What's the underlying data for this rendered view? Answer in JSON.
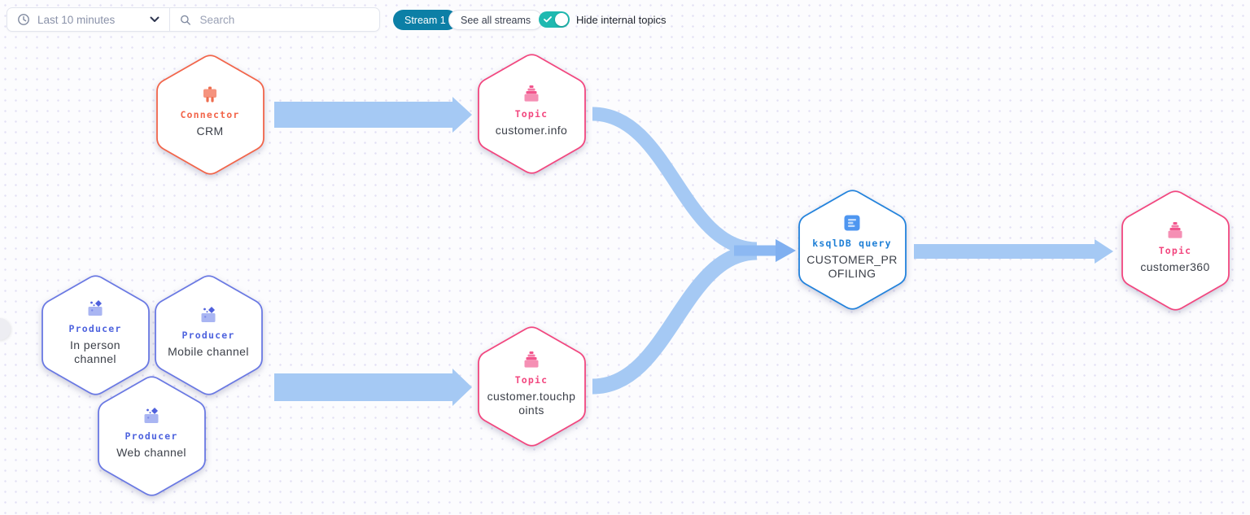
{
  "toolbar": {
    "time_range_label": "Last 10 minutes",
    "search_placeholder": "Search",
    "stream_button_label": "Stream 1",
    "see_all_streams_label": "See all streams",
    "hide_internal_label": "Hide internal topics",
    "hide_internal_enabled": true
  },
  "icons": {
    "clock-icon": "time range selector",
    "chevron-down-icon": "open time range menu",
    "search-icon": "search",
    "check-icon": "toggle on",
    "connector-icon": "plug",
    "topic-icon": "stacked records",
    "producer-icon": "box with sparkles",
    "ksqldb-icon": "query list"
  },
  "colors": {
    "connector_accent": "#F2654A",
    "topic_accent": "#F2477F",
    "producer_accent": "#6A79E3",
    "ksqldb_accent": "#2383DC",
    "edge": "#A5C9F4",
    "edge_arrowhead": "#7FAFF0",
    "stream_button": "#0C7FA6",
    "toggle_on": "#1FB9B0"
  },
  "diagram": {
    "nodes": {
      "crm": {
        "type": "connector",
        "type_label": "Connector",
        "name": "CRM"
      },
      "customer_info": {
        "type": "topic",
        "type_label": "Topic",
        "name": "customer.info"
      },
      "in_person": {
        "type": "producer",
        "type_label": "Producer",
        "name": "In person channel"
      },
      "mobile": {
        "type": "producer",
        "type_label": "Producer",
        "name": "Mobile channel"
      },
      "web": {
        "type": "producer",
        "type_label": "Producer",
        "name": "Web channel"
      },
      "customer_touchpoints": {
        "type": "topic",
        "type_label": "Topic",
        "name": "customer.touchpoints"
      },
      "customer_profiling": {
        "type": "ksqldb",
        "type_label": "ksqlDB query",
        "name": "CUSTOMER_PROFILING"
      },
      "customer360": {
        "type": "topic",
        "type_label": "Topic",
        "name": "customer360"
      }
    },
    "edges": [
      {
        "from": "crm",
        "to": "customer_info"
      },
      {
        "from": "in_person",
        "to": "customer_touchpoints"
      },
      {
        "from": "mobile",
        "to": "customer_touchpoints"
      },
      {
        "from": "web",
        "to": "customer_touchpoints"
      },
      {
        "from": "customer_info",
        "to": "customer_profiling"
      },
      {
        "from": "customer_touchpoints",
        "to": "customer_profiling"
      },
      {
        "from": "customer_profiling",
        "to": "customer360"
      }
    ]
  }
}
